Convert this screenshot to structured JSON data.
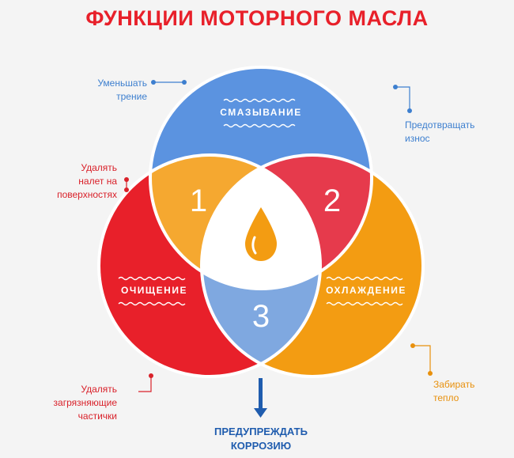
{
  "title": "ФУНКЦИИ МОТОРНОГО МАСЛА",
  "circles": {
    "top": {
      "label": "СМАЗЫВАНИЕ",
      "color": "#5b93e0"
    },
    "left": {
      "label": "ОЧИЩЕНИЕ",
      "color": "#e8202a"
    },
    "right": {
      "label": "ОХЛАЖДЕНИЕ",
      "color": "#f39c12"
    }
  },
  "overlaps": {
    "one": "1",
    "two": "2",
    "three": "3"
  },
  "annotations": {
    "reduce_friction": [
      "Уменьшать",
      "трение"
    ],
    "prevent_wear": [
      "Предотвращать",
      "износ"
    ],
    "remove_deposits": [
      "Удалять",
      "налет на",
      "поверхностях"
    ],
    "remove_particles": [
      "Удалять",
      "загрязняющие",
      "частички"
    ],
    "take_heat": [
      "Забирать",
      "тепло"
    ]
  },
  "bottom": [
    "ПРЕДУПРЕЖДАТЬ",
    "КОРРОЗИЮ"
  ],
  "icons": {
    "center": "oil-drop-icon",
    "arrow": "arrow-down-icon"
  }
}
